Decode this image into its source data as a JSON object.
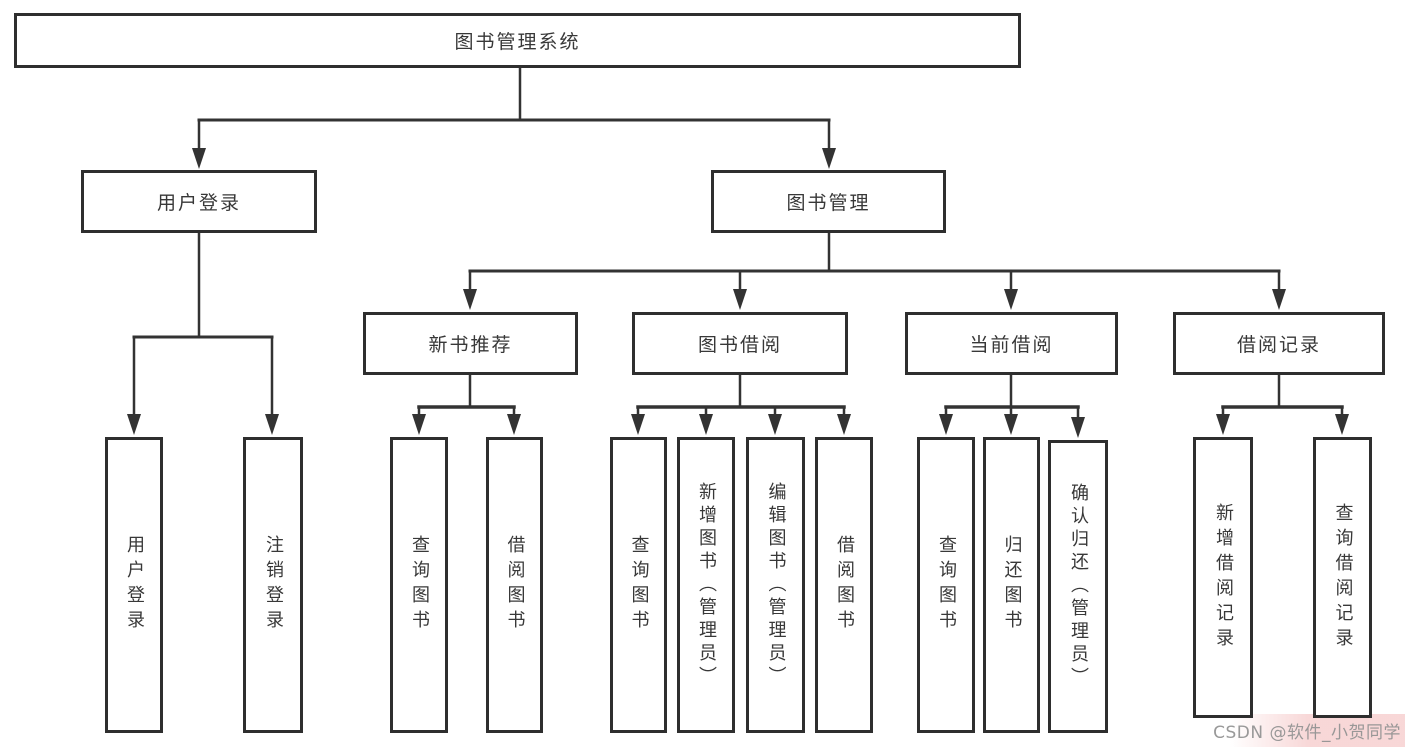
{
  "diagram": {
    "type": "tree",
    "root": {
      "label": "图书管理系统"
    },
    "level2": [
      {
        "label": "用户登录"
      },
      {
        "label": "图书管理"
      }
    ],
    "level3": [
      {
        "label": "新书推荐",
        "parent": "图书管理"
      },
      {
        "label": "图书借阅",
        "parent": "图书管理"
      },
      {
        "label": "当前借阅",
        "parent": "图书管理"
      },
      {
        "label": "借阅记录",
        "parent": "图书管理"
      }
    ],
    "leaves": [
      {
        "label": "用户登录",
        "parent": "用户登录"
      },
      {
        "label": "注销登录",
        "parent": "用户登录"
      },
      {
        "label": "查询图书",
        "parent": "新书推荐"
      },
      {
        "label": "借阅图书",
        "parent": "新书推荐"
      },
      {
        "label": "查询图书",
        "parent": "图书借阅"
      },
      {
        "label": "新增图书（管理员）",
        "parent": "图书借阅"
      },
      {
        "label": "编辑图书（管理员）",
        "parent": "图书借阅"
      },
      {
        "label": "借阅图书",
        "parent": "图书借阅"
      },
      {
        "label": "查询图书",
        "parent": "当前借阅"
      },
      {
        "label": "归还图书",
        "parent": "当前借阅"
      },
      {
        "label": "确认归还（管理员）",
        "parent": "当前借阅"
      },
      {
        "label": "新增借阅记录",
        "parent": "借阅记录"
      },
      {
        "label": "查询借阅记录",
        "parent": "借阅记录"
      }
    ]
  },
  "watermark": {
    "text": "CSDN @软件_小贺同学"
  },
  "colors": {
    "line": "#333333",
    "box_border": "#2e2e2e",
    "text": "#383838",
    "watermark_text": "#949494",
    "watermark_bg": "#f7d3d3"
  }
}
